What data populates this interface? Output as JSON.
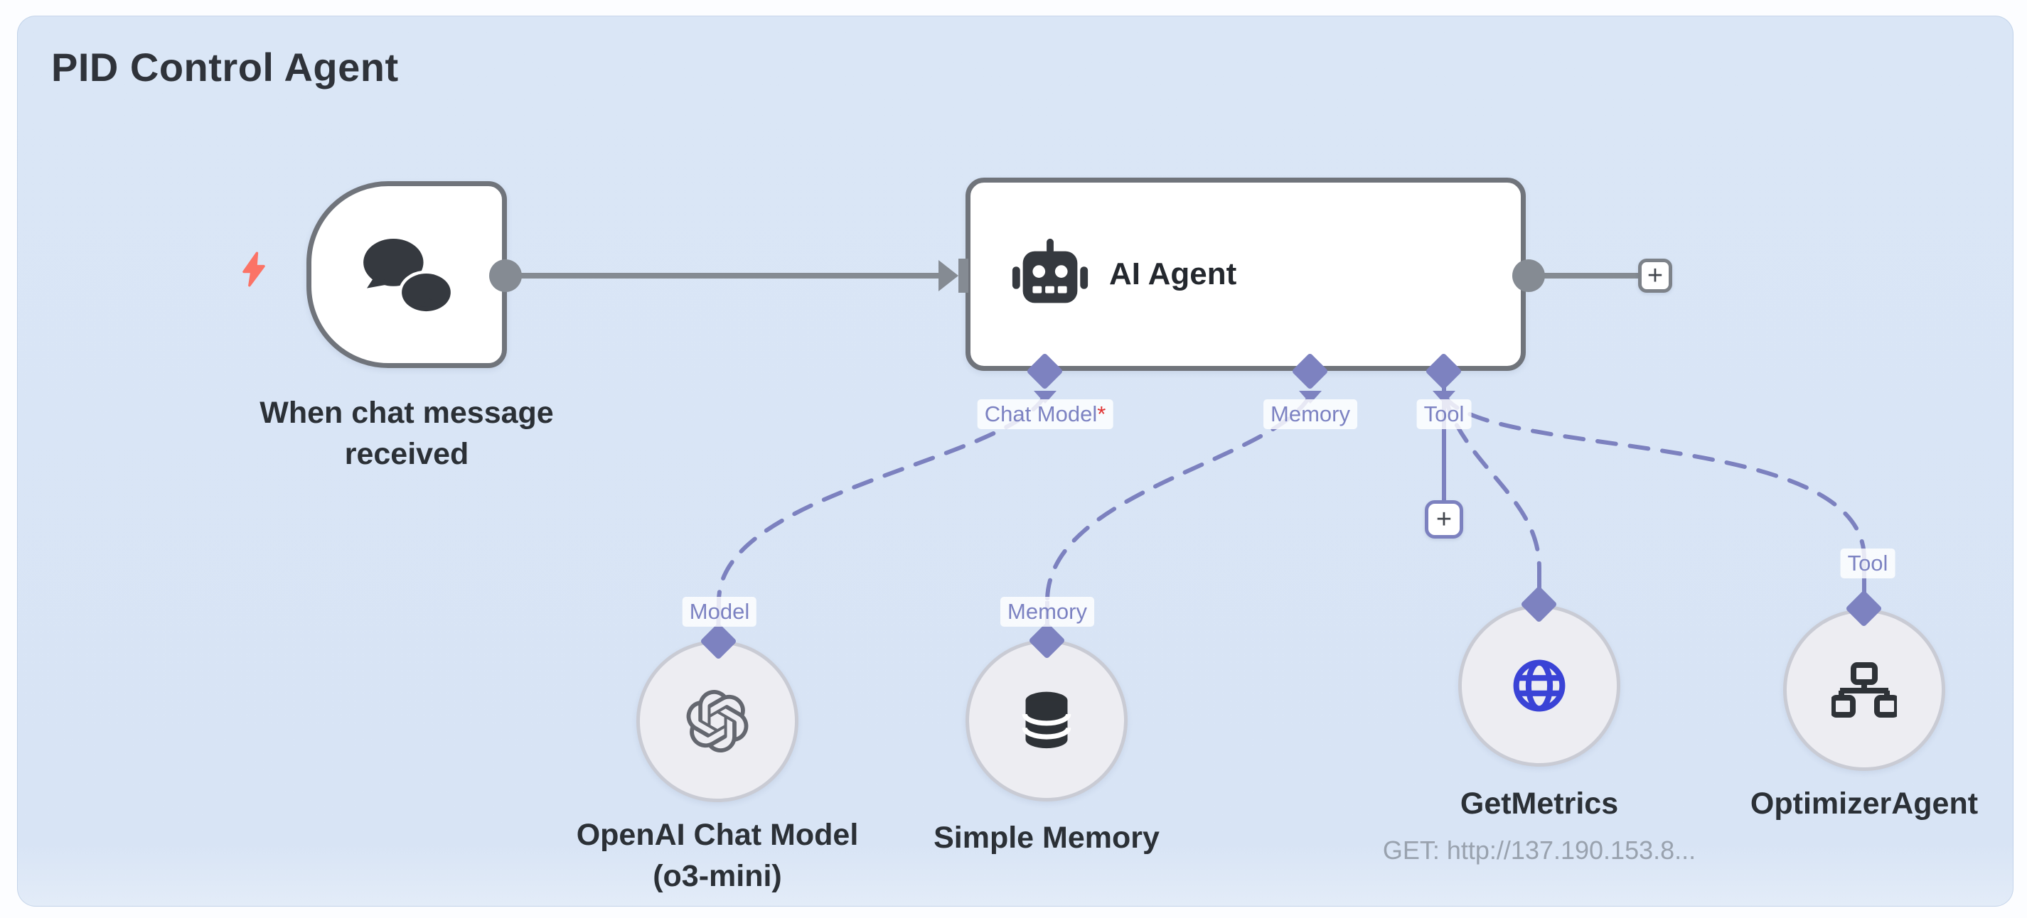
{
  "title": "PID Control Agent",
  "ui": {
    "plus": "+"
  },
  "colors": {
    "canvas_bg": "#d9e5f6",
    "node_border": "#70747b",
    "connector_gray": "#858b93",
    "connector_purple": "#7c81bf",
    "bolt_coral": "#fb7366",
    "globe_blue": "#3a43d6",
    "required_red": "#e03131"
  },
  "trigger": {
    "label_line1": "When chat message",
    "label_line2": "received"
  },
  "agent": {
    "label": "AI Agent",
    "ports": {
      "chat_model": "Chat Model",
      "chat_model_required": "*",
      "memory": "Memory",
      "tool": "Tool"
    }
  },
  "subnodes": [
    {
      "name": "OpenAI Chat Model",
      "name_line2": "(o3-mini)",
      "port_label": "Model",
      "icon": "openai-icon"
    },
    {
      "name": "Simple Memory",
      "port_label": "Memory",
      "icon": "database-icon"
    },
    {
      "name": "GetMetrics",
      "subtitle": "GET: http://137.190.153.8...",
      "icon": "globe-icon"
    },
    {
      "name": "OptimizerAgent",
      "port_label": "Tool",
      "icon": "sitemap-icon"
    }
  ]
}
